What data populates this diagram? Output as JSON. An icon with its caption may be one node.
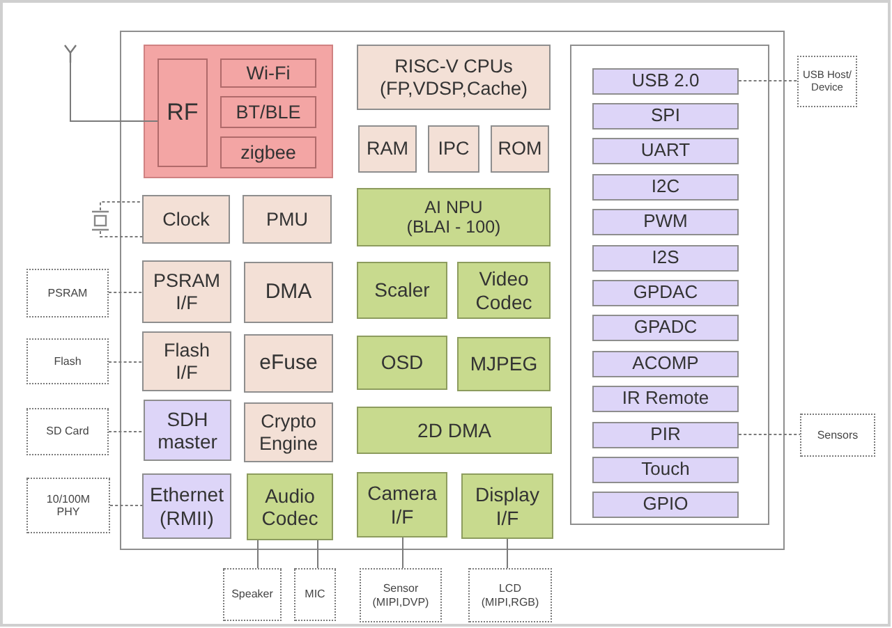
{
  "diagram": {
    "nodes": [
      {
        "text": [],
        "shape": "box"
      },
      {
        "text": [],
        "shape": "antenna"
      },
      {
        "text": [],
        "shape": "box",
        "in": 0
      },
      {
        "text": [
          "RF"
        ],
        "in": 2
      },
      {
        "text": [
          "Wi-Fi"
        ],
        "in": 2
      },
      {
        "text": [
          "BT/BLE"
        ],
        "in": 2
      },
      {
        "text": [
          "zigbee"
        ],
        "in": 2
      },
      {
        "text": [
          "RISC-V CPUs (FP,VDSP,Cache)"
        ],
        "in": 0
      },
      {
        "text": [],
        "shape": "box",
        "in": 0
      },
      {
        "text": [
          "USB 2.0"
        ],
        "in": 8
      },
      {
        "text": [
          "SPI"
        ],
        "in": 8
      },
      {
        "text": [
          "UART"
        ],
        "in": 8
      },
      {
        "text": [
          "I2C"
        ],
        "in": 8
      },
      {
        "text": [
          "PWM"
        ],
        "in": 8
      },
      {
        "text": [
          "I2S"
        ],
        "in": 8
      },
      {
        "text": [
          "GPDAC"
        ],
        "in": 8
      },
      {
        "text": [
          "GPADC"
        ],
        "in": 8
      },
      {
        "text": [
          "ACOMP"
        ],
        "in": 8
      },
      {
        "text": [
          "IR Remote"
        ],
        "in": 8
      },
      {
        "text": [
          "PIR"
        ],
        "in": 8
      },
      {
        "text": [
          "Touch"
        ],
        "in": 8
      },
      {
        "text": [
          "GPIO"
        ],
        "in": 8
      },
      {
        "text": [
          "USB Host/ Device"
        ]
      },
      {
        "text": [
          "RAM"
        ],
        "in": 0
      },
      {
        "text": [
          "IPC"
        ],
        "in": 0
      },
      {
        "text": [
          "ROM"
        ],
        "in": 0
      },
      {
        "text": [],
        "shape": "crystal"
      },
      {
        "text": [
          "Clock"
        ],
        "in": 0
      },
      {
        "text": [
          "PMU"
        ],
        "in": 0
      },
      {
        "text": [
          "AI NPU (BLAI - 100)"
        ],
        "in": 0
      },
      {
        "text": [
          "PSRAM"
        ]
      },
      {
        "text": [
          "PSRAM I/F"
        ],
        "in": 0
      },
      {
        "text": [
          "DMA"
        ],
        "in": 0
      },
      {
        "text": [
          "Scaler"
        ],
        "in": 0
      },
      {
        "text": [
          "Video Codec"
        ],
        "in": 0
      },
      {
        "text": [
          "Flash"
        ]
      },
      {
        "text": [
          "Flash I/F"
        ],
        "in": 0
      },
      {
        "text": [
          "eFuse"
        ],
        "in": 0
      },
      {
        "text": [
          "OSD"
        ],
        "in": 0
      },
      {
        "text": [
          "MJPEG"
        ],
        "in": 0
      },
      {
        "text": [
          "SD Card"
        ]
      },
      {
        "text": [
          "SDH master"
        ],
        "in": 0
      },
      {
        "text": [
          "Crypto Engine"
        ],
        "in": 0
      },
      {
        "text": [
          "2D DMA"
        ],
        "in": 0
      },
      {
        "text": [
          "Sensors"
        ]
      },
      {
        "text": [
          "10/100M PHY"
        ]
      },
      {
        "text": [
          "Ethernet (RMII)"
        ],
        "in": 0
      },
      {
        "text": [
          "Audio Codec"
        ],
        "in": 0
      },
      {
        "text": [
          "Camera I/F"
        ],
        "in": 0
      },
      {
        "text": [
          "Display I/F"
        ],
        "in": 0
      },
      {
        "text": [
          "Speaker"
        ]
      },
      {
        "text": [
          "MIC"
        ]
      },
      {
        "text": [
          "Sensor (MIPI,DVP)"
        ]
      },
      {
        "text": [
          "LCD (MIPI,RGB)"
        ]
      }
    ],
    "edges": [
      {
        "from": 1,
        "to": 3,
        "arrow": "none"
      },
      {
        "from": 26,
        "to": 27,
        "arrow": "none",
        "style": "dashed"
      },
      {
        "from": 26,
        "to": 27,
        "arrow": "none",
        "style": "dashed"
      },
      {
        "from": 30,
        "to": 31,
        "arrow": "none",
        "style": "dashed"
      },
      {
        "from": 35,
        "to": 36,
        "arrow": "none",
        "style": "dashed"
      },
      {
        "from": 40,
        "to": 41,
        "arrow": "none",
        "style": "dashed"
      },
      {
        "from": 45,
        "to": 46,
        "arrow": "none",
        "style": "dashed"
      },
      {
        "from": 9,
        "to": 22,
        "arrow": "none",
        "style": "dashed"
      },
      {
        "from": 19,
        "to": 44,
        "arrow": "none",
        "style": "dashed"
      },
      {
        "from": 47,
        "to": 50,
        "arrow": "none"
      },
      {
        "from": 47,
        "to": 51,
        "arrow": "none"
      },
      {
        "from": 48,
        "to": 52,
        "arrow": "none"
      },
      {
        "from": 49,
        "to": 53,
        "arrow": "none"
      }
    ]
  }
}
